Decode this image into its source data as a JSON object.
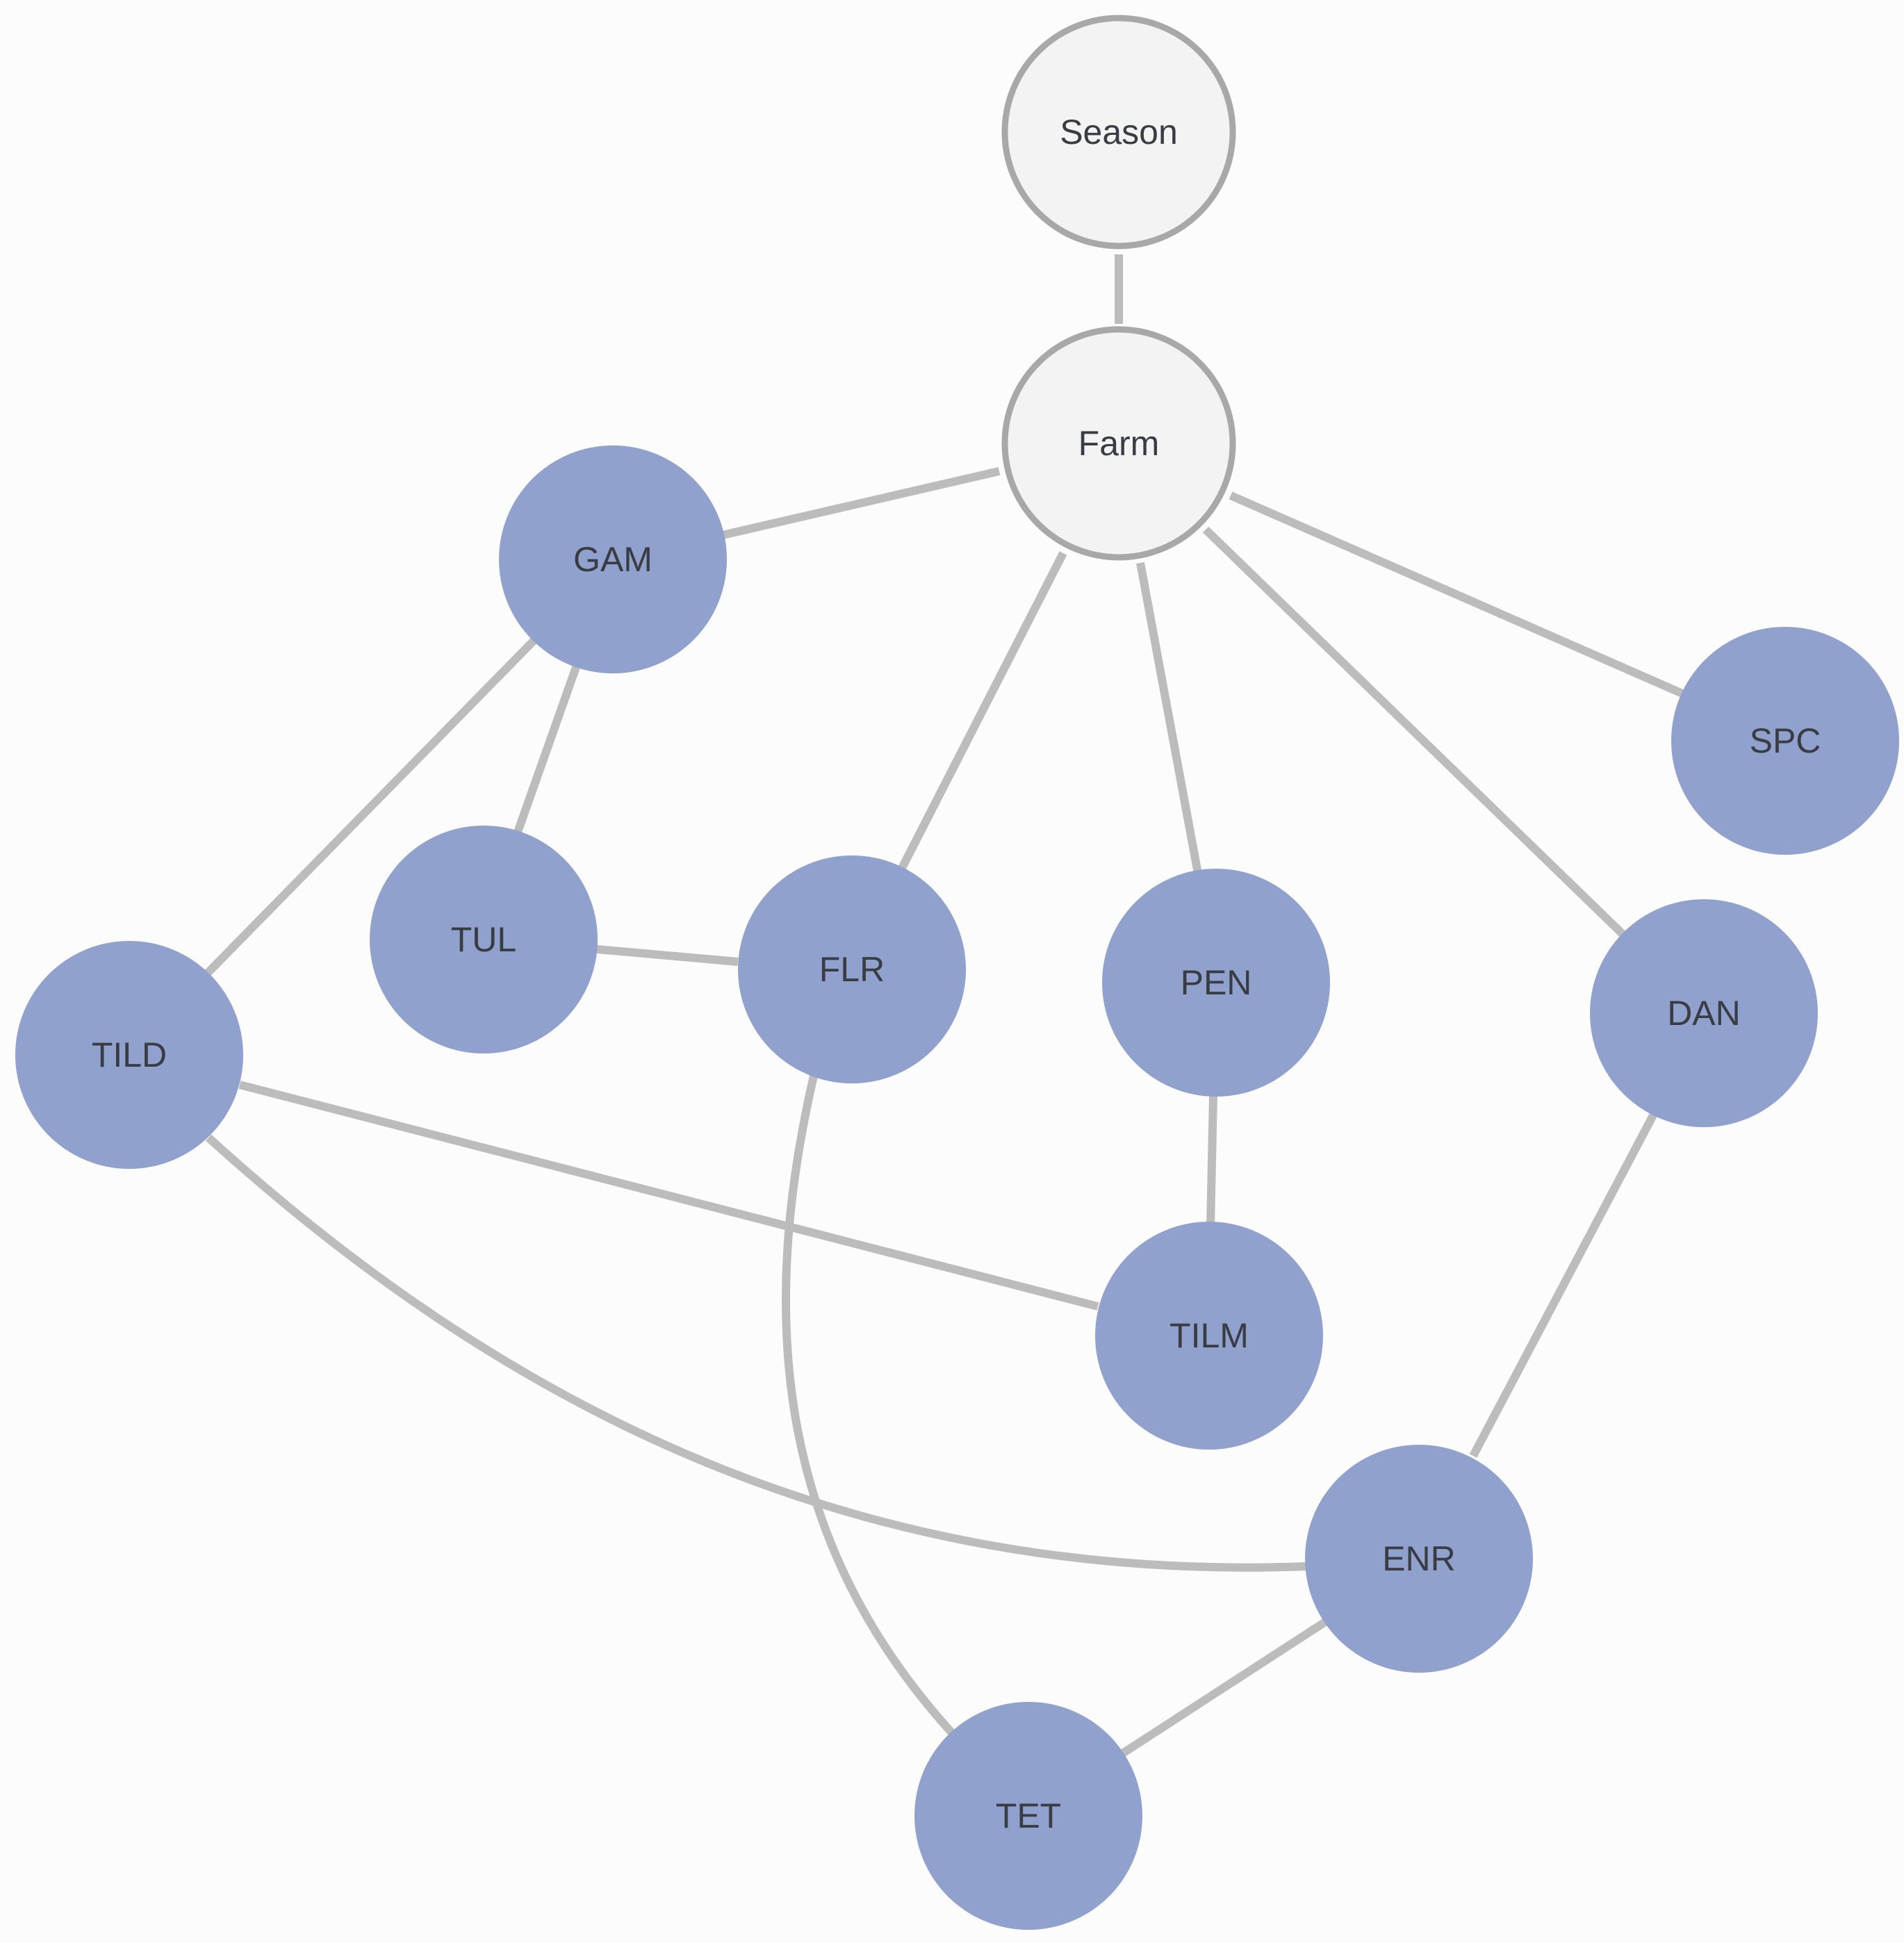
{
  "diagram": {
    "nodes": [
      {
        "id": "season",
        "label": "Season",
        "kind": "context"
      },
      {
        "id": "farm",
        "label": "Farm",
        "kind": "context"
      },
      {
        "id": "gam",
        "label": "GAM",
        "kind": "variable"
      },
      {
        "id": "spc",
        "label": "SPC",
        "kind": "variable"
      },
      {
        "id": "tul",
        "label": "TUL",
        "kind": "variable"
      },
      {
        "id": "flr",
        "label": "FLR",
        "kind": "variable"
      },
      {
        "id": "pen",
        "label": "PEN",
        "kind": "variable"
      },
      {
        "id": "dan",
        "label": "DAN",
        "kind": "variable"
      },
      {
        "id": "tild",
        "label": "TILD",
        "kind": "variable"
      },
      {
        "id": "tilm",
        "label": "TILM",
        "kind": "variable"
      },
      {
        "id": "enr",
        "label": "ENR",
        "kind": "variable"
      },
      {
        "id": "tet",
        "label": "TET",
        "kind": "variable"
      }
    ],
    "edges": [
      {
        "from": "season",
        "to": "farm"
      },
      {
        "from": "farm",
        "to": "gam"
      },
      {
        "from": "farm",
        "to": "flr"
      },
      {
        "from": "farm",
        "to": "pen"
      },
      {
        "from": "farm",
        "to": "dan"
      },
      {
        "from": "farm",
        "to": "spc"
      },
      {
        "from": "gam",
        "to": "tul"
      },
      {
        "from": "gam",
        "to": "tild"
      },
      {
        "from": "tul",
        "to": "flr"
      },
      {
        "from": "flr",
        "to": "tet"
      },
      {
        "from": "pen",
        "to": "tilm"
      },
      {
        "from": "tild",
        "to": "tilm"
      },
      {
        "from": "tild",
        "to": "enr"
      },
      {
        "from": "dan",
        "to": "enr"
      },
      {
        "from": "enr",
        "to": "tet"
      }
    ],
    "colors": {
      "variable_fill": "#8fa1cc",
      "context_fill": "#f3f3f4",
      "context_stroke": "#a8a8a8",
      "edge": "#bcbcbc",
      "label": "#3a3c44",
      "background": "#fcfcfc"
    }
  }
}
